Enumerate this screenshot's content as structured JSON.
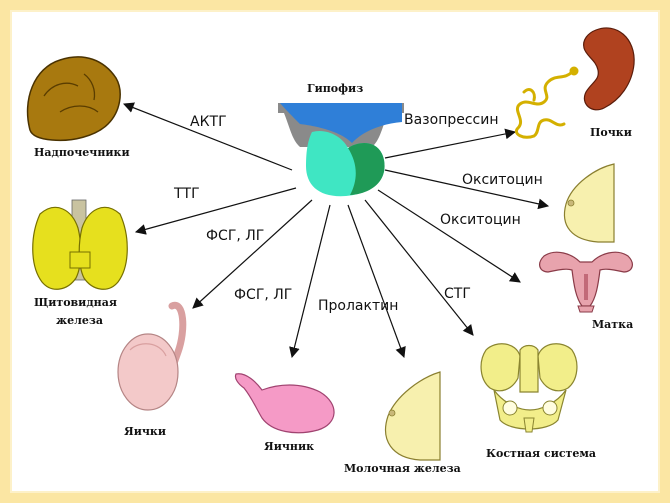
{
  "center": {
    "title": "Гипофиз"
  },
  "hormones": {
    "aktg": "АКТГ",
    "ttg": "ТТГ",
    "fsg_lg_1": "ФСГ, ЛГ",
    "fsg_lg_2": "ФСГ, ЛГ",
    "prolactin": "Пролактин",
    "stg": "СТГ",
    "oxytocin_1": "Окситоцин",
    "oxytocin_2": "Окситоцин",
    "vasopressin": "Вазопрессин"
  },
  "organs": {
    "adrenals": "Надпочечники",
    "thyroid_line1": "Щитовидная",
    "thyroid_line2": "железа",
    "testes": "Яички",
    "ovary": "Яичник",
    "mammary": "Молочная железа",
    "skeleton": "Костная система",
    "uterus": "Матка",
    "kidneys": "Почки"
  },
  "colors": {
    "frame": "#fbe6a3",
    "adrenal": "#a8790f",
    "thyroid": "#e6e01e",
    "testes": "#f3c9c9",
    "ovary": "#f59ac6",
    "breast": "#f7f0ae",
    "bone": "#f2ee8a",
    "uterus": "#e8a3ad",
    "kidney": "#b0421f",
    "pituitary_blue": "#2f7fd8",
    "pituitary_green": "#1f9a57",
    "pituitary_cyan": "#3fe6c3",
    "sella": "#8a8a8a"
  }
}
